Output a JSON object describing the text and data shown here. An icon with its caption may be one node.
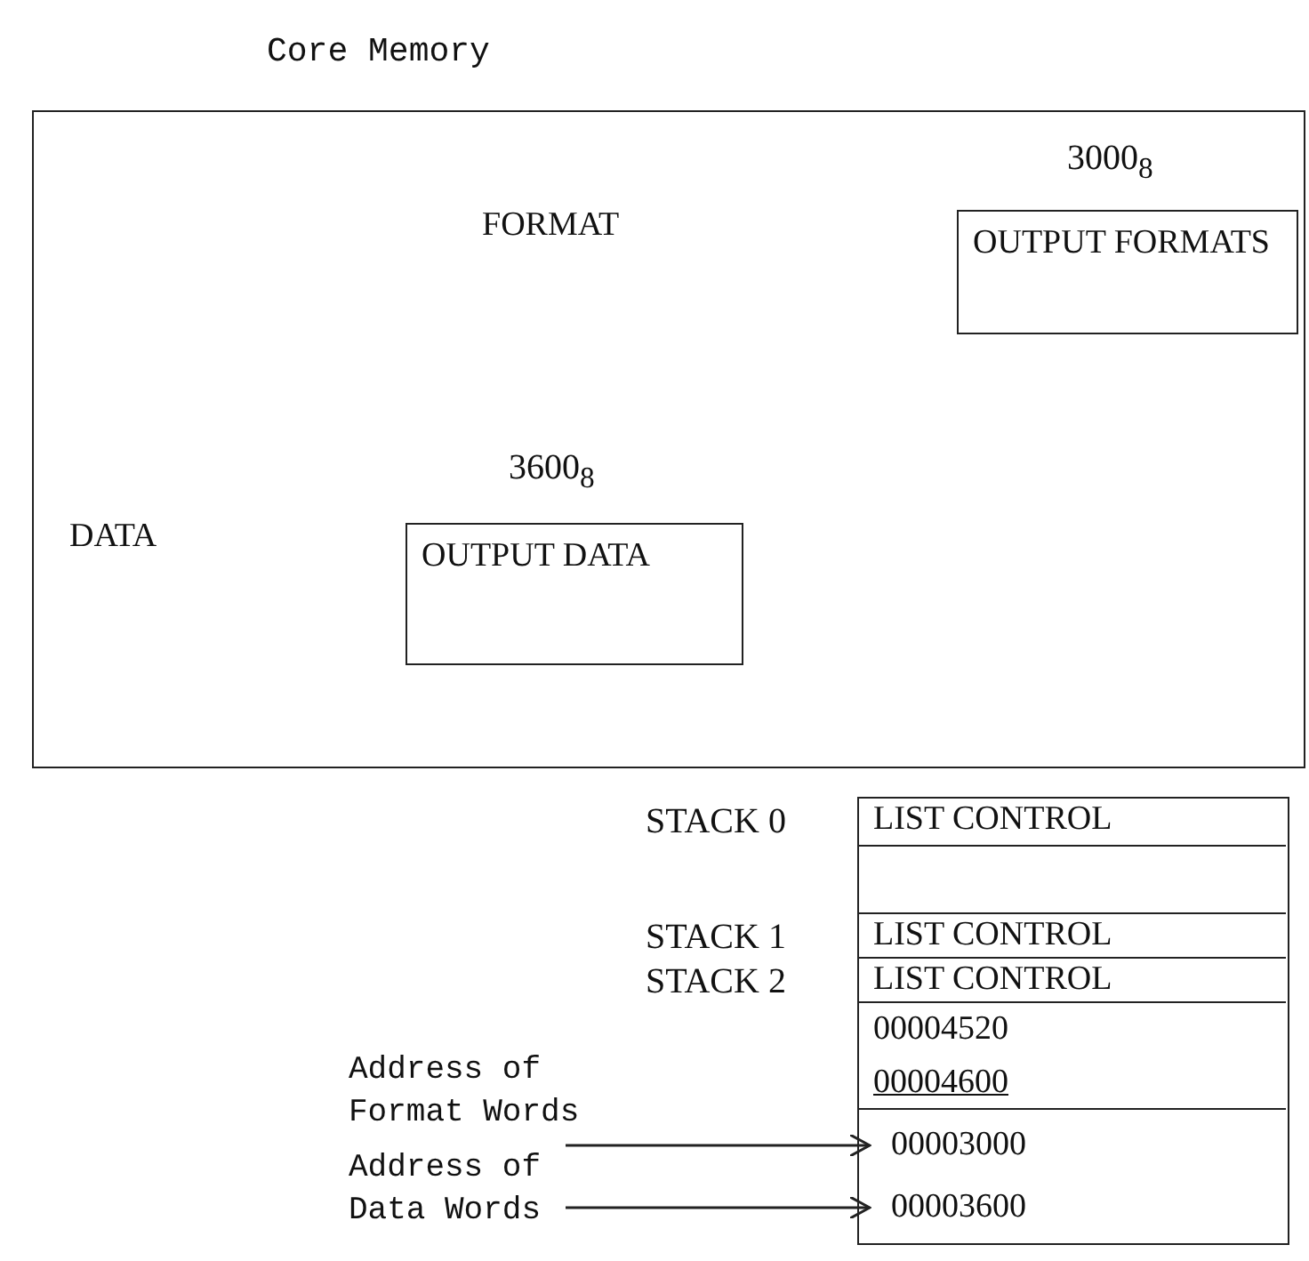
{
  "diagram": {
    "title": "Core Memory",
    "nodes": [
      {
        "text": [],
        "shape": "box"
      },
      {
        "text": [
          "OUTPUT FORMATS"
        ],
        "in": 0,
        "beside": [
          "3000$_{8}$"
        ]
      },
      {
        "text": [
          "OUTPUT DATA"
        ],
        "in": 0,
        "beside": [
          "3600$_{8}$"
        ]
      },
      {
        "text": [],
        "shape": "box"
      },
      {
        "text": [
          "LIST CONTROL"
        ],
        "in": 3,
        "beside": [
          "STACK 0"
        ]
      },
      {
        "text": [],
        "shape": "box",
        "in": 3
      },
      {
        "text": [
          "LIST CONTROL"
        ],
        "in": 3,
        "beside": [
          "STACK 1"
        ]
      },
      {
        "text": [
          "LIST CONTROL"
        ],
        "in": 3,
        "beside": [
          "STACK 2"
        ]
      },
      {
        "text": [
          "00004520",
          "00004600"
        ],
        "in": 3
      },
      {
        "text": [
          "00003000"
        ],
        "in": 3
      },
      {
        "text": [
          "00003600"
        ],
        "in": 3
      },
      {
        "text": [
          "Address of Format Words"
        ]
      },
      {
        "text": [
          "Address of Data Words"
        ]
      }
    ],
    "edges": [
      {
        "from": 11,
        "to": 9,
        "arrow": "to"
      },
      {
        "from": 12,
        "to": 10,
        "arrow": "to"
      }
    ],
    "labels": [
      "FORMAT",
      "DATA"
    ]
  }
}
